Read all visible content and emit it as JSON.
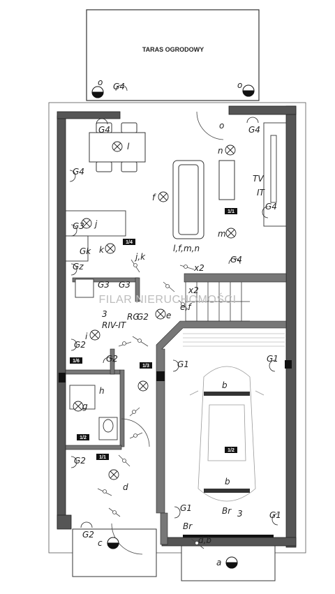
{
  "terrace": {
    "label": "TARAS OGRODOWY"
  },
  "watermark": "FILAR NIERUCHOMOŚCI",
  "room_badges": [
    "1/1",
    "1/4",
    "1/3",
    "1/2",
    "1/6",
    "1/1",
    "1/2"
  ],
  "light_labels": {
    "dining": "l",
    "living_sofa": "f",
    "living_tv": "n",
    "living_m": "m",
    "kitchen_j": "j",
    "kitchen_k": "k",
    "hall_e": "e",
    "hall_i": "i",
    "garage_b1": "b",
    "garage_b2": "b",
    "bath_g": "g",
    "bath_h": "h",
    "entry_d": "d",
    "sofa_group": "l,f,m,n",
    "entry_a": "a",
    "entry_c": "c",
    "outlet_o1": "o",
    "outlet_o2": "o",
    "outlet_o3": "o"
  },
  "equipment_labels": {
    "g4": "G4",
    "g3": "G3",
    "g2": "G2",
    "g1": "G1",
    "gz": "Gz",
    "gk": "Gk",
    "tv": "TV",
    "it": "IT",
    "br": "Br",
    "rg": "RG",
    "riv": "RIV-IT",
    "x2": "x2",
    "three": "3",
    "jk": "j,k",
    "ef": "e,f",
    "db": "d,b"
  }
}
